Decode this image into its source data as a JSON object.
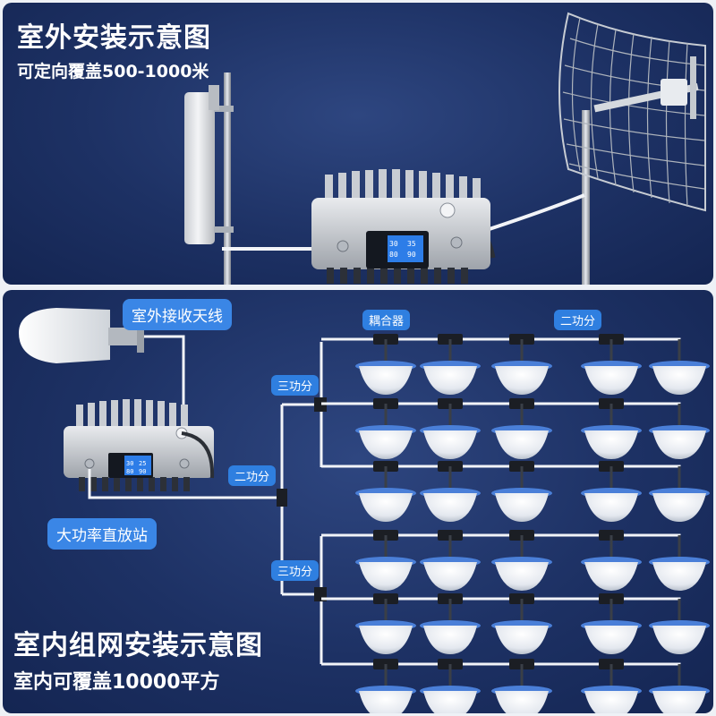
{
  "outdoor": {
    "title": "室外安装示意图",
    "subtitle": "可定向覆盖500-1000米",
    "display": {
      "row1": [
        "30",
        "35"
      ],
      "row2": [
        "80",
        "90"
      ]
    }
  },
  "indoor": {
    "title": "室内组网安装示意图",
    "subtitle": "室内可覆盖10000平方",
    "labels": {
      "receive_antenna": "室外接收天线",
      "repeater": "大功率直放站",
      "two_way_splitter_main": "二功分",
      "three_way_splitter_upper": "三功分",
      "three_way_splitter_lower": "三功分",
      "coupler": "耦合器",
      "two_way_splitter_top": "二功分"
    },
    "display": {
      "row1": [
        "30",
        "25"
      ],
      "row2": [
        "80",
        "90"
      ]
    },
    "ceiling_antenna_grid": {
      "rows": 6,
      "columns": 5
    }
  },
  "colors": {
    "panel": "#1d3164",
    "tag": "#2f7fe0",
    "cable": "#f2f4f8"
  }
}
